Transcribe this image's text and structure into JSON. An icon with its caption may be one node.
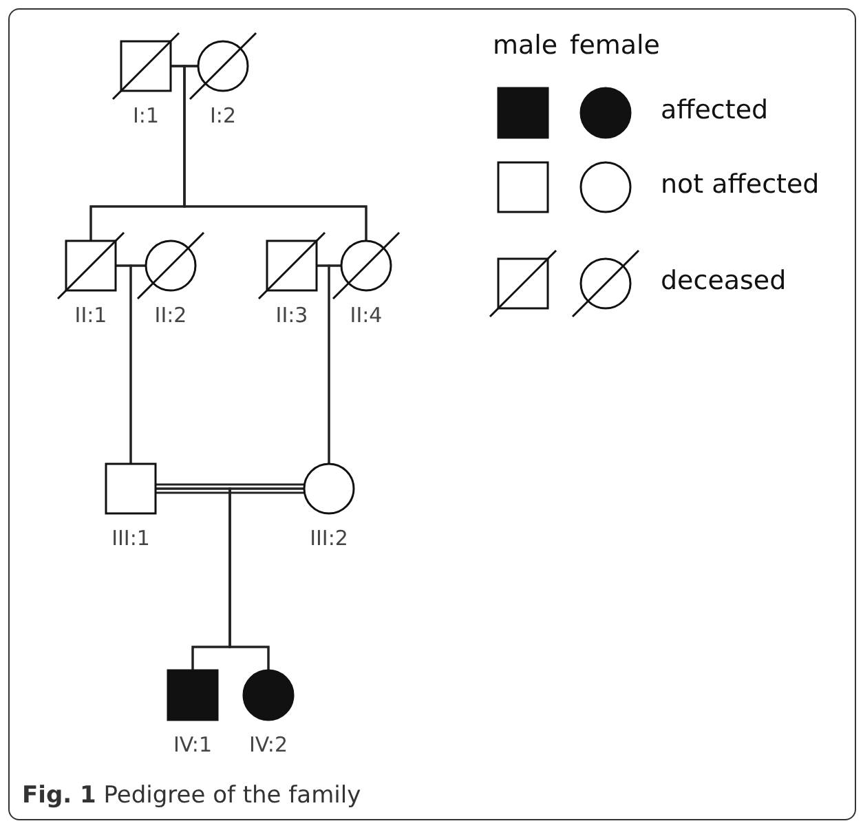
{
  "diagram": {
    "caption": "**Fig. 1** Pedigree of the family",
    "nodes": [
      {
        "text": [
          "I:1"
        ]
      },
      {
        "text": [
          "I:2"
        ]
      },
      {
        "text": [
          "II:1"
        ]
      },
      {
        "text": [
          "II:2"
        ]
      },
      {
        "text": [
          "II:3"
        ]
      },
      {
        "text": [
          "II:4"
        ]
      },
      {
        "text": [
          "III:1"
        ]
      },
      {
        "text": [
          "III:2"
        ]
      },
      {
        "text": [
          "IV:1"
        ]
      },
      {
        "text": [
          "IV:2"
        ]
      }
    ],
    "edges": [
      {
        "from": 0,
        "to": 1,
        "arrow": "none"
      },
      {
        "from": 0,
        "to": 2,
        "arrow": "none"
      },
      {
        "from": 1,
        "to": 2,
        "arrow": "none"
      },
      {
        "from": 0,
        "to": 5,
        "arrow": "none"
      },
      {
        "from": 1,
        "to": 5,
        "arrow": "none"
      },
      {
        "from": 2,
        "to": 3,
        "arrow": "none"
      },
      {
        "from": 4,
        "to": 5,
        "arrow": "none"
      },
      {
        "from": 2,
        "to": 6,
        "arrow": "none"
      },
      {
        "from": 3,
        "to": 6,
        "arrow": "none"
      },
      {
        "from": 4,
        "to": 7,
        "arrow": "none"
      },
      {
        "from": 5,
        "to": 7,
        "arrow": "none"
      },
      {
        "from": 6,
        "to": 7,
        "arrow": "none"
      },
      {
        "from": 6,
        "to": 8,
        "arrow": "none"
      },
      {
        "from": 7,
        "to": 8,
        "arrow": "none"
      },
      {
        "from": 6,
        "to": 9,
        "arrow": "none"
      },
      {
        "from": 7,
        "to": 9,
        "arrow": "none"
      }
    ],
    "labels": [
      "male",
      "female"
    ],
    "legend": [
      {
        "text": "affected"
      },
      {
        "text": "not affected"
      },
      {
        "text": "deceased"
      }
    ]
  }
}
